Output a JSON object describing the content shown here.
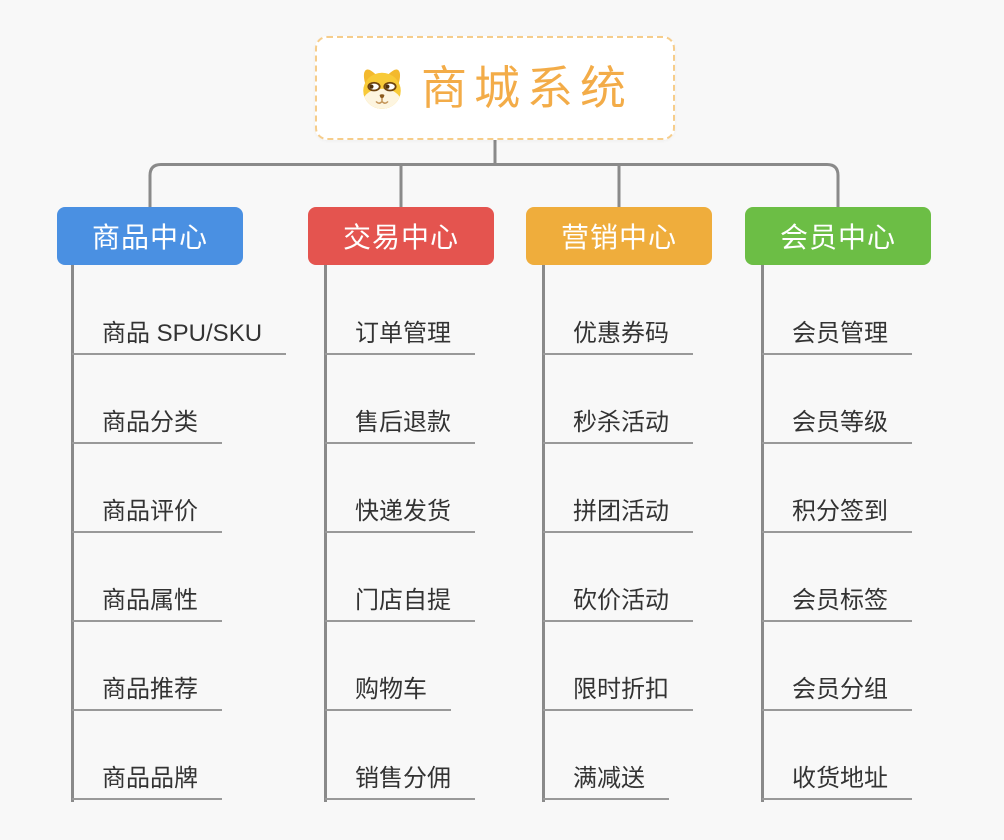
{
  "root": {
    "title": "商城系统",
    "icon": "shiba-dog-icon"
  },
  "branches": [
    {
      "id": "product-center",
      "label": "商品中心",
      "color": "#4a90e2",
      "children": [
        "商品 SPU/SKU",
        "商品分类",
        "商品评价",
        "商品属性",
        "商品推荐",
        "商品品牌"
      ]
    },
    {
      "id": "trade-center",
      "label": "交易中心",
      "color": "#e4544f",
      "children": [
        "订单管理",
        "售后退款",
        "快递发货",
        "门店自提",
        "购物车",
        "销售分佣"
      ]
    },
    {
      "id": "marketing-center",
      "label": "营销中心",
      "color": "#efad3c",
      "children": [
        "优惠券码",
        "秒杀活动",
        "拼团活动",
        "砍价活动",
        "限时折扣",
        "满减送"
      ]
    },
    {
      "id": "member-center",
      "label": "会员中心",
      "color": "#6cbe45",
      "children": [
        "会员管理",
        "会员等级",
        "积分签到",
        "会员标签",
        "会员分组",
        "收货地址"
      ]
    }
  ],
  "colors": {
    "background": "#f8f8f8",
    "connector": "#8a8a8a",
    "root_border": "#f6cd8b",
    "root_text": "#f3ac48",
    "branch_text": "#ffffff",
    "item_text": "#333333",
    "item_underline": "#999999"
  }
}
